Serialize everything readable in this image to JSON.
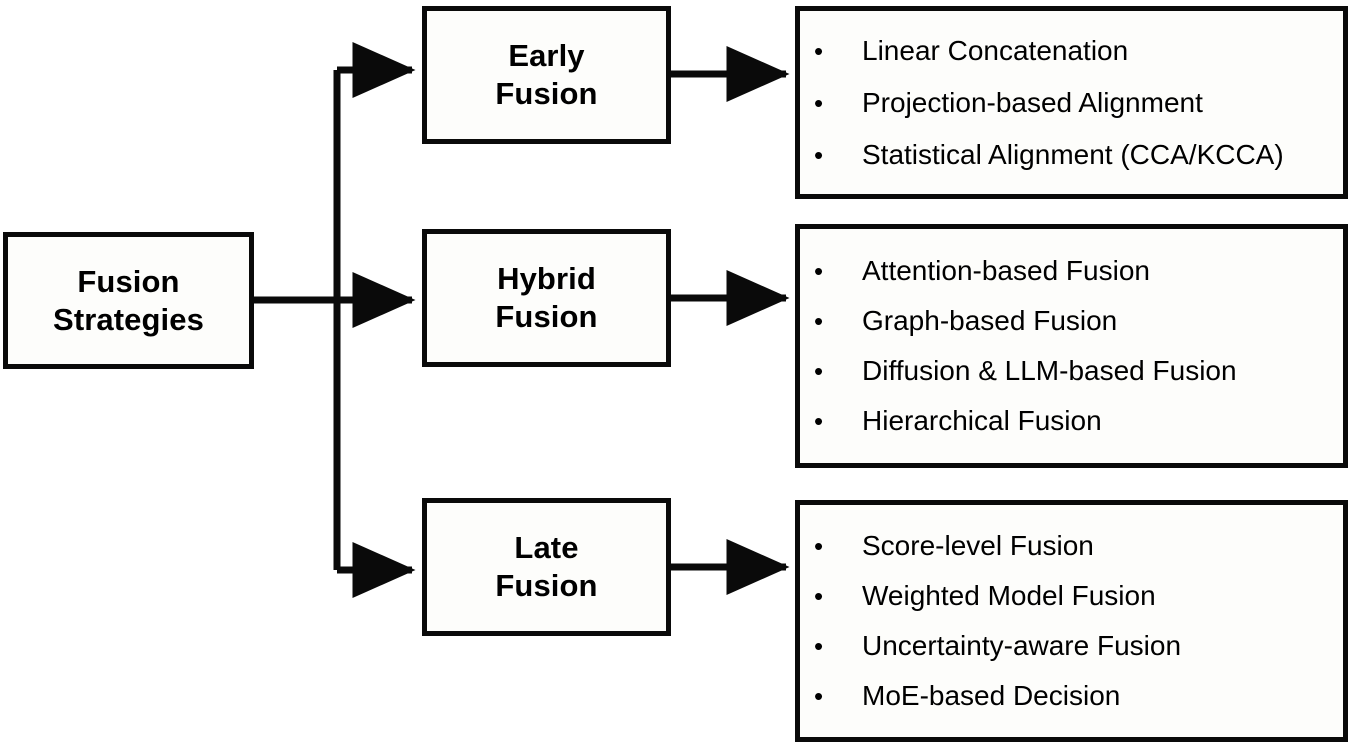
{
  "diagram": {
    "title": "Fusion Strategies",
    "root": {
      "label": "Fusion\nStrategies"
    },
    "colors": {
      "stroke": "#0a0a0a",
      "fill": "#fdfdfb",
      "background": "#ffffff",
      "text": "#000000"
    },
    "bullet_glyph": "•",
    "branches": [
      {
        "stage_label": "Early\nFusion",
        "items": [
          "Linear Concatenation",
          "Projection-based Alignment",
          "Statistical Alignment (CCA/KCCA)"
        ]
      },
      {
        "stage_label": "Hybrid\nFusion",
        "items": [
          "Attention-based Fusion",
          "Graph-based Fusion",
          "Diffusion & LLM-based Fusion",
          "Hierarchical Fusion"
        ]
      },
      {
        "stage_label": "Late\nFusion",
        "items": [
          "Score-level Fusion",
          "Weighted Model Fusion",
          "Uncertainty-aware Fusion",
          "MoE-based Decision"
        ]
      }
    ]
  }
}
